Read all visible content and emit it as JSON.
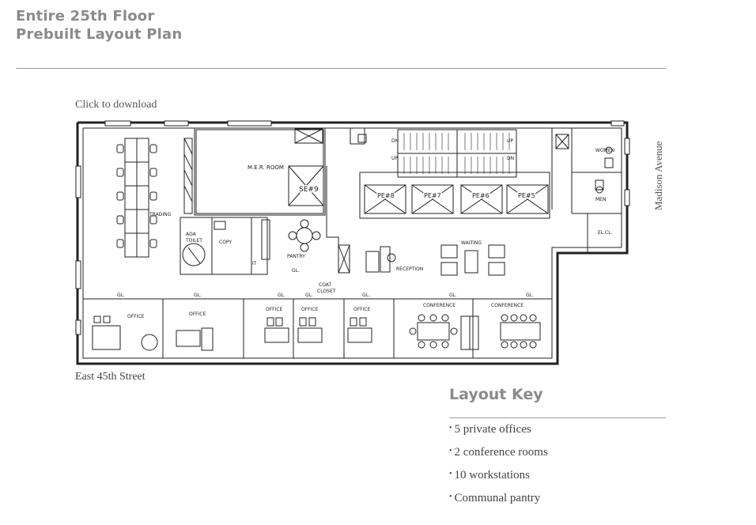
{
  "header": {
    "title_line1": "Entire 25th Floor",
    "title_line2": "Prebuilt Layout Plan"
  },
  "download_link": "Click to download",
  "street_label": "East 45th Street",
  "avenue_label": "Madison Avenue",
  "plan_labels": {
    "mer_room": "M.E.R. ROOM",
    "se9": "SE#9",
    "pe8": "PE#8",
    "pe7": "PE#7",
    "pe6": "PE#6",
    "pe5": "PE#5",
    "women": "WOMEN",
    "men": "MEN",
    "elcl": "EL.CL.",
    "trading": "TRADING",
    "ada_toilet_1": "ADA",
    "ada_toilet_2": "TOILET",
    "copy": "COPY",
    "it": "IT",
    "pantry": "PANTRY",
    "gl": "GL.",
    "coat_closet_1": "COAT",
    "coat_closet_2": "CLOSET",
    "reception": "RECEPTION",
    "waiting": "WAITING",
    "office": "OFFICE",
    "conference": "CONFERENCE",
    "dn": "DN",
    "up": "UP"
  },
  "layout_key": {
    "title": "Layout Key",
    "items": [
      "5 private offices",
      "2 conference rooms",
      "10 workstations",
      "Communal pantry"
    ]
  }
}
